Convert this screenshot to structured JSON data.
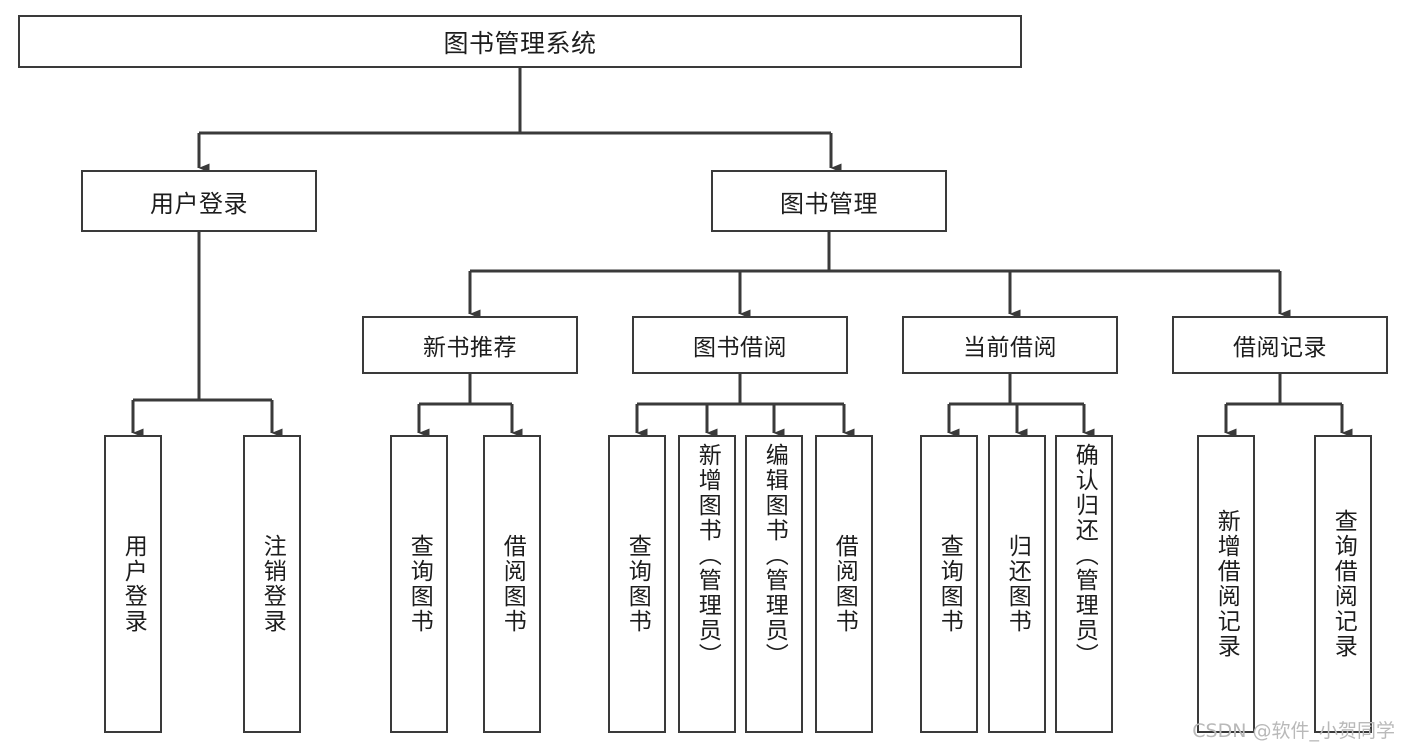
{
  "diagram": {
    "type": "tree-hierarchy",
    "title": "图书管理系统",
    "watermark": "CSDN @软件_小贺同学",
    "colors": {
      "background": "#ffffff",
      "stroke": "#3a3a3a",
      "text": "#1d1d1d",
      "watermark": "#b9b9b9"
    },
    "nodes": {
      "root": {
        "label": "图书管理系统"
      },
      "level2": [
        {
          "id": "user-login",
          "label": "用户登录"
        },
        {
          "id": "book-management",
          "label": "图书管理"
        }
      ],
      "level3": [
        {
          "id": "new-book-recommend",
          "label": "新书推荐"
        },
        {
          "id": "book-borrow",
          "label": "图书借阅"
        },
        {
          "id": "current-borrow",
          "label": "当前借阅"
        },
        {
          "id": "borrow-record",
          "label": "借阅记录"
        }
      ],
      "leaves": {
        "user-login": [
          {
            "id": "leaf-user-login",
            "label": "用户登录"
          },
          {
            "id": "leaf-logout",
            "label": "注销登录"
          }
        ],
        "new-book-recommend": [
          {
            "id": "leaf-query-book-1",
            "label": "查询图书"
          },
          {
            "id": "leaf-borrow-book-1",
            "label": "借阅图书"
          }
        ],
        "book-borrow": [
          {
            "id": "leaf-query-book-2",
            "label": "查询图书"
          },
          {
            "id": "leaf-add-book",
            "label": "新增图书（管理员）"
          },
          {
            "id": "leaf-edit-book",
            "label": "编辑图书（管理员）"
          },
          {
            "id": "leaf-borrow-book-2",
            "label": "借阅图书"
          }
        ],
        "current-borrow": [
          {
            "id": "leaf-query-book-3",
            "label": "查询图书"
          },
          {
            "id": "leaf-return-book",
            "label": "归还图书"
          },
          {
            "id": "leaf-confirm-return",
            "label": "确认归还（管理员）"
          }
        ],
        "borrow-record": [
          {
            "id": "leaf-add-record",
            "label": "新增借阅记录"
          },
          {
            "id": "leaf-query-record",
            "label": "查询借阅记录"
          }
        ]
      }
    }
  }
}
